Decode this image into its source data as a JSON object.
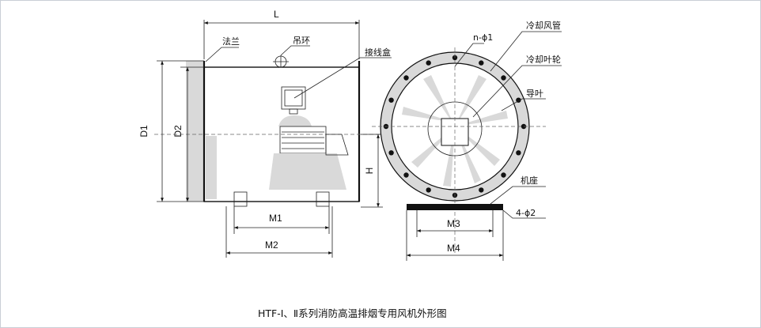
{
  "labels": {
    "L": "L",
    "D1": "D1",
    "D2": "D2",
    "H": "H",
    "M1": "M1",
    "M2": "M2",
    "M3": "M3",
    "M4": "M4",
    "flange": "法兰",
    "lifting_ring": "吊环",
    "junction_box": "接线盒",
    "holes_n": "n-ϕ1",
    "cooling_duct": "冷却风管",
    "cooling_impeller": "冷却叶轮",
    "guide_vane": "导叶",
    "base": "机座",
    "holes_4": "4-ϕ2"
  },
  "caption": "HTF-Ⅰ、Ⅱ系列消防高温排烟专用风机外形图",
  "colors": {
    "line": "#111111",
    "frame": "#c9ced6",
    "shade": "#d9d9d9"
  }
}
